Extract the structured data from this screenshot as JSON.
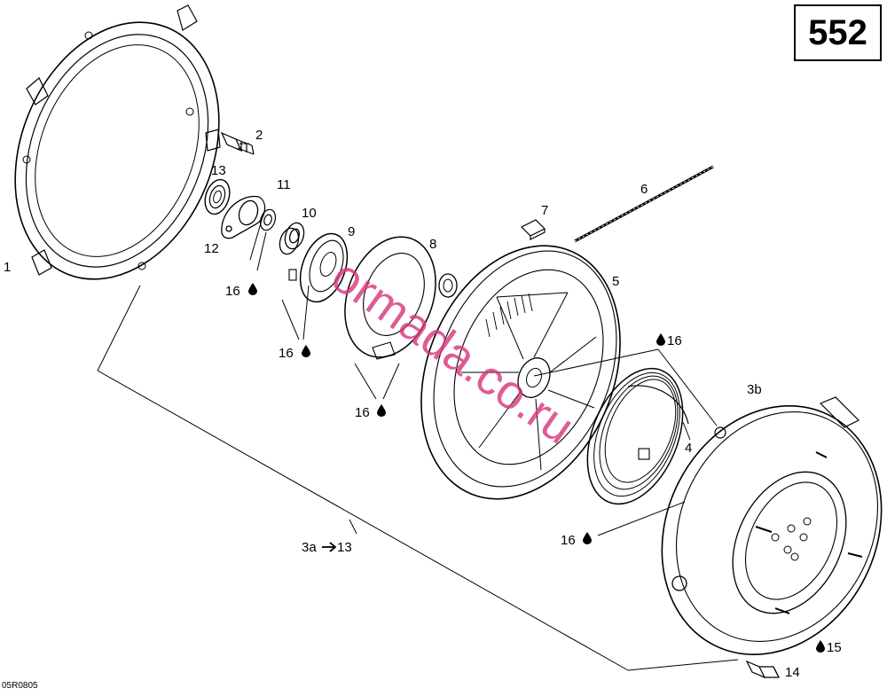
{
  "page_number": "552",
  "drawing_code": "05R0805",
  "watermark": "ormada.co.ru",
  "callouts": {
    "c1": "1",
    "c2": "2",
    "c3a": "3a",
    "c3a_to": "13",
    "c3b": "3b",
    "c4": "4",
    "c5": "5",
    "c6": "6",
    "c7": "7",
    "c8": "8",
    "c9": "9",
    "c10": "10",
    "c11": "11",
    "c12": "12",
    "c13": "13",
    "c14": "14",
    "c15": "15",
    "c16a": "16",
    "c16b": "16",
    "c16c": "16",
    "c16d": "16",
    "c16e": "16"
  },
  "colors": {
    "ink": "#000000",
    "watermark": "#d6337a"
  }
}
